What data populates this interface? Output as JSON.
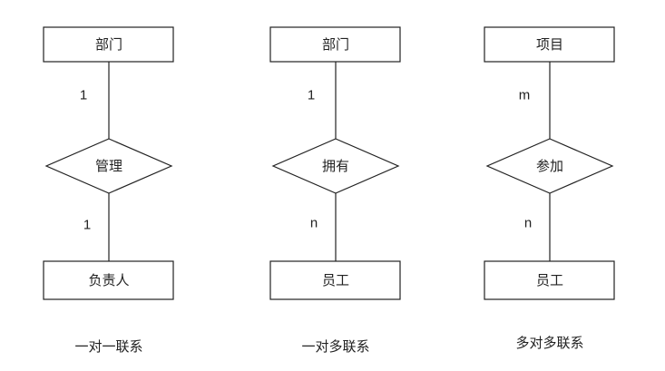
{
  "diagrams": [
    {
      "top_entity": "部门",
      "relationship": "管理",
      "bottom_entity": "负责人",
      "top_cardinality": "1",
      "bottom_cardinality": "1",
      "caption": "一对一联系"
    },
    {
      "top_entity": "部门",
      "relationship": "拥有",
      "bottom_entity": "员工",
      "top_cardinality": "1",
      "bottom_cardinality": "n",
      "caption": "一对多联系"
    },
    {
      "top_entity": "项目",
      "relationship": "参加",
      "bottom_entity": "员工",
      "top_cardinality": "m",
      "bottom_cardinality": "n",
      "caption": "多对多联系"
    }
  ]
}
